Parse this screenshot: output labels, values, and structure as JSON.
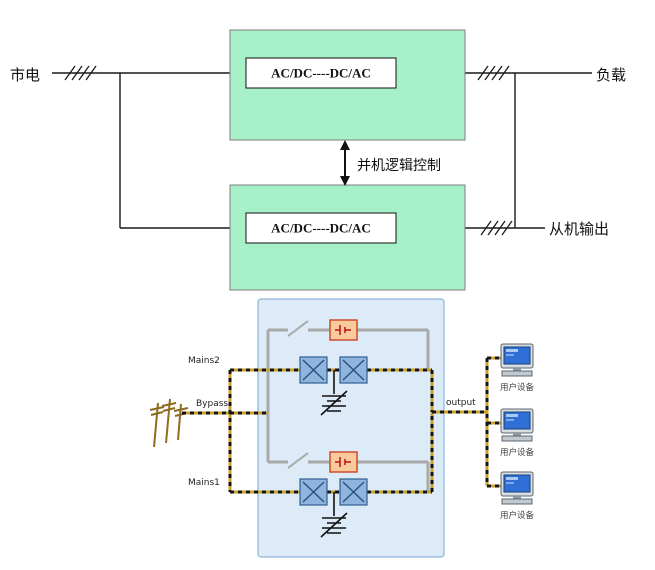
{
  "colors": {
    "ups_box_fill": "#a7f1c8",
    "panel_fill": "#dcebf7",
    "panel_border": "#8db4d9",
    "static_switch_fill": "#f9cb9c",
    "static_switch_border": "#cc4125",
    "converter_fill": "#8fb4dd",
    "converter_border": "#2f5f92",
    "power_line_gold": "#c9a227",
    "bypass_line_gray": "#a9a9a9",
    "pole_brown": "#8f6b1f"
  },
  "top_diagram": {
    "mains_label": "市电",
    "load_label": "负载",
    "slave_output_label": "从机输出",
    "parallel_control_label": "并机逻辑控制",
    "ups1_text": "AC/DC----DC/AC",
    "ups2_text": "AC/DC----DC/AC"
  },
  "bottom_diagram": {
    "mains2_label": "Mains2",
    "bypass_label": "Bypass",
    "mains1_label": "Mains1",
    "output_label": "output",
    "devices": [
      {
        "label": "用户设备"
      },
      {
        "label": "用户设备"
      },
      {
        "label": "用户设备"
      }
    ]
  }
}
